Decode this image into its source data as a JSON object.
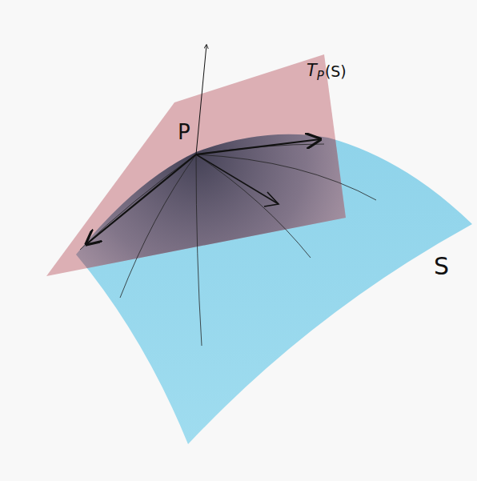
{
  "diagram": {
    "labels": [
      "P",
      "T",
      "P",
      "(S)",
      "S"
    ]
  }
}
